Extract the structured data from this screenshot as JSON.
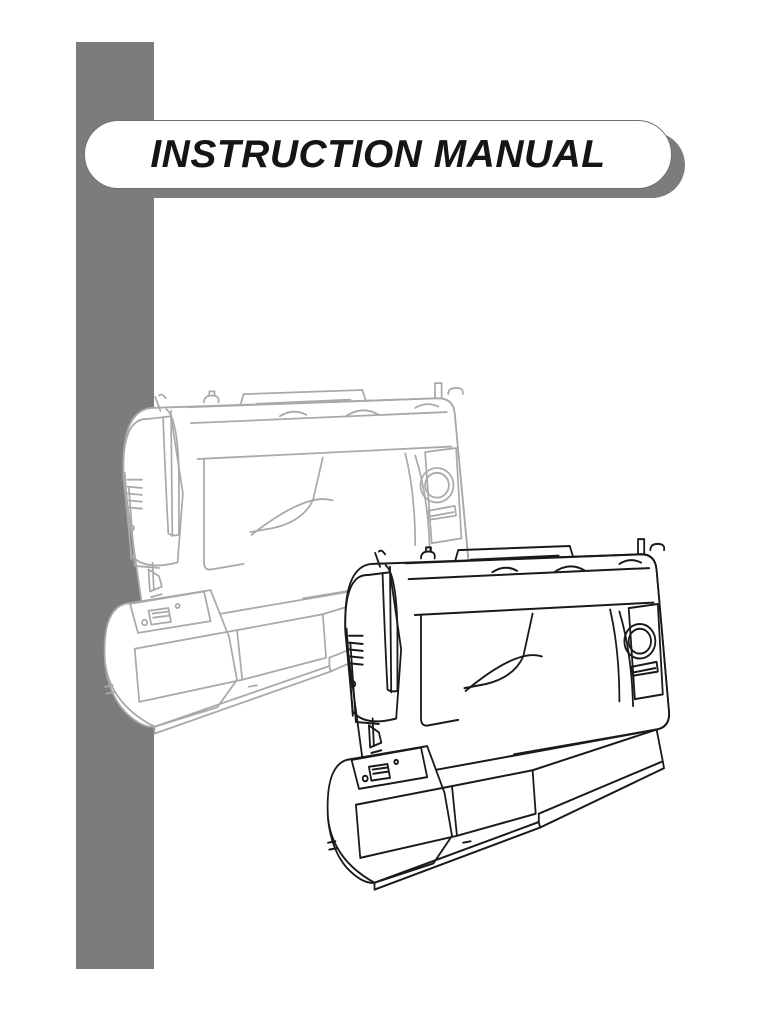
{
  "cover": {
    "title": "INSTRUCTION MANUAL"
  },
  "colors": {
    "band": "#7b7c7e",
    "line": "#1a1a1a",
    "ghost_line": "#a9a9a9",
    "paper": "#ffffff"
  },
  "illustration": {
    "subject": "sewing machine line drawing",
    "front_copy": "sewing-machine-front",
    "back_copy": "sewing-machine-ghost"
  }
}
